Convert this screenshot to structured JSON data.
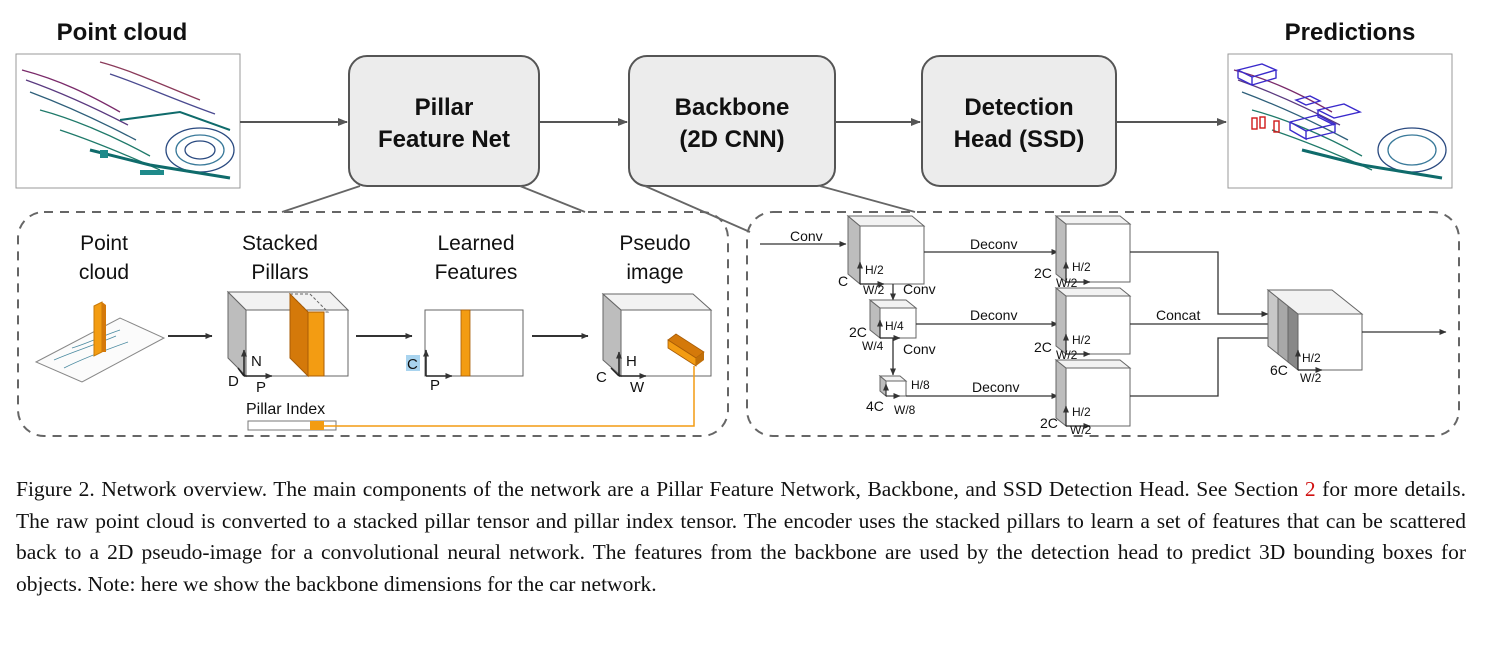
{
  "top": {
    "point_cloud_title": "Point cloud",
    "predictions_title": "Predictions",
    "pfn_line1": "Pillar",
    "pfn_line2": "Feature Net",
    "backbone_line1": "Backbone",
    "backbone_line2": "(2D CNN)",
    "head_line1": "Detection",
    "head_line2": "Head (SSD)"
  },
  "pfn_detail": {
    "point_cloud_line1": "Point",
    "point_cloud_line2": "cloud",
    "stacked_line1": "Stacked",
    "stacked_line2": "Pillars",
    "learned_line1": "Learned",
    "learned_line2": "Features",
    "pseudo_line1": "Pseudo",
    "pseudo_line2": "image",
    "axis_D": "D",
    "axis_P": "P",
    "axis_N": "N",
    "axis_C": "C",
    "axis_H": "H",
    "axis_W": "W",
    "pillar_index": "Pillar Index"
  },
  "backbone_detail": {
    "conv": "Conv",
    "deconv": "Deconv",
    "concat": "Concat",
    "C": "C",
    "two_C": "2C",
    "four_C": "4C",
    "six_C": "6C",
    "H2": "H/2",
    "W2": "W/2",
    "H4": "H/4",
    "W4": "W/4",
    "H8": "H/8",
    "W8": "W/8"
  },
  "caption": {
    "part1": "Figure 2. Network overview. The main components of the network are a Pillar Feature Network, Backbone, and SSD Detection Head. See Section ",
    "ref": "2",
    "part2": " for more details. The raw point cloud is converted to a stacked pillar tensor and pillar index tensor. The encoder uses the stacked pillars to learn a set of features that can be scattered back to a 2D pseudo-image for a convolutional neural network. The features from the backbone are used by the detection head to predict 3D bounding boxes for objects. Note: here we show the backbone dimensions for the car network."
  },
  "colors": {
    "orange": "#f39c12",
    "orange_dark": "#d4790a",
    "box_fill": "#ececec",
    "cube_side": "#bdbdbd",
    "ref_red": "#d01010"
  }
}
